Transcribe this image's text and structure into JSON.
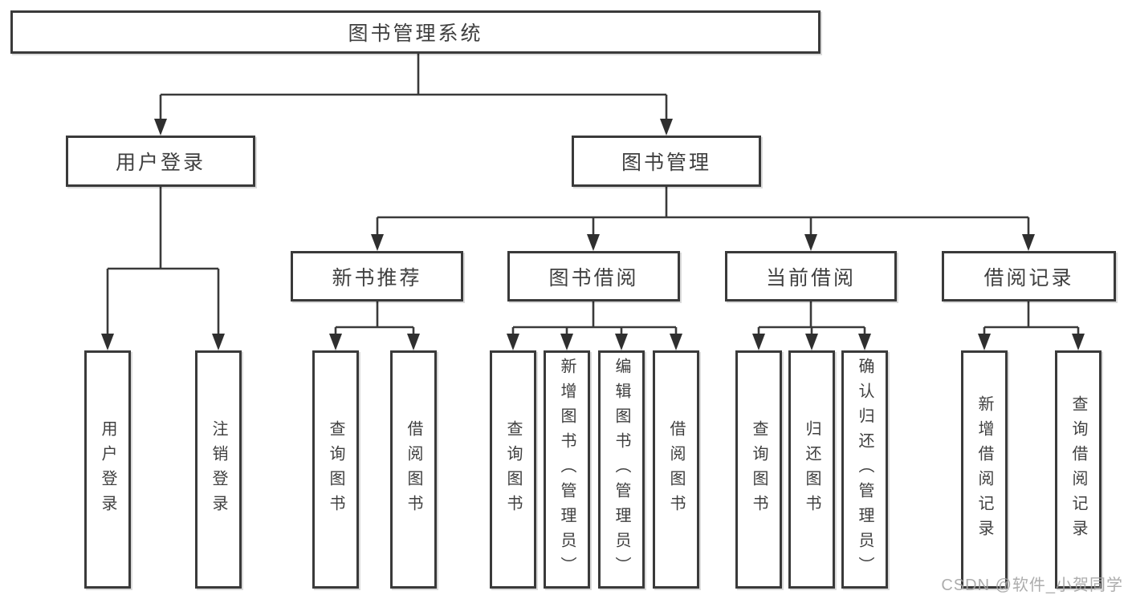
{
  "diagram": {
    "title": "图书管理系统",
    "branches": {
      "user_login": {
        "label": "用户登录",
        "children": {
          "login": "用户登录",
          "logout": "注销登录"
        }
      },
      "book_mgmt": {
        "label": "图书管理",
        "sections": {
          "new_book": {
            "label": "新书推荐",
            "children": {
              "query": "查询图书",
              "borrow": "借阅图书"
            }
          },
          "borrowing": {
            "label": "图书借阅",
            "children": {
              "query": "查询图书",
              "add": "新增图书（管理员）",
              "edit": "编辑图书（管理员）",
              "borrow": "借阅图书"
            }
          },
          "current": {
            "label": "当前借阅",
            "children": {
              "query": "查询图书",
              "return": "归还图书",
              "confirm": "确认归还（管理员）"
            }
          },
          "records": {
            "label": "借阅记录",
            "children": {
              "add": "新增借阅记录",
              "query": "查询借阅记录"
            }
          }
        }
      }
    }
  },
  "colors": {
    "line": "#3a3a3a",
    "text": "#3f3f3f",
    "watermark": "#a4a4a4"
  },
  "watermark": "CSDN @软件_小贺同学"
}
